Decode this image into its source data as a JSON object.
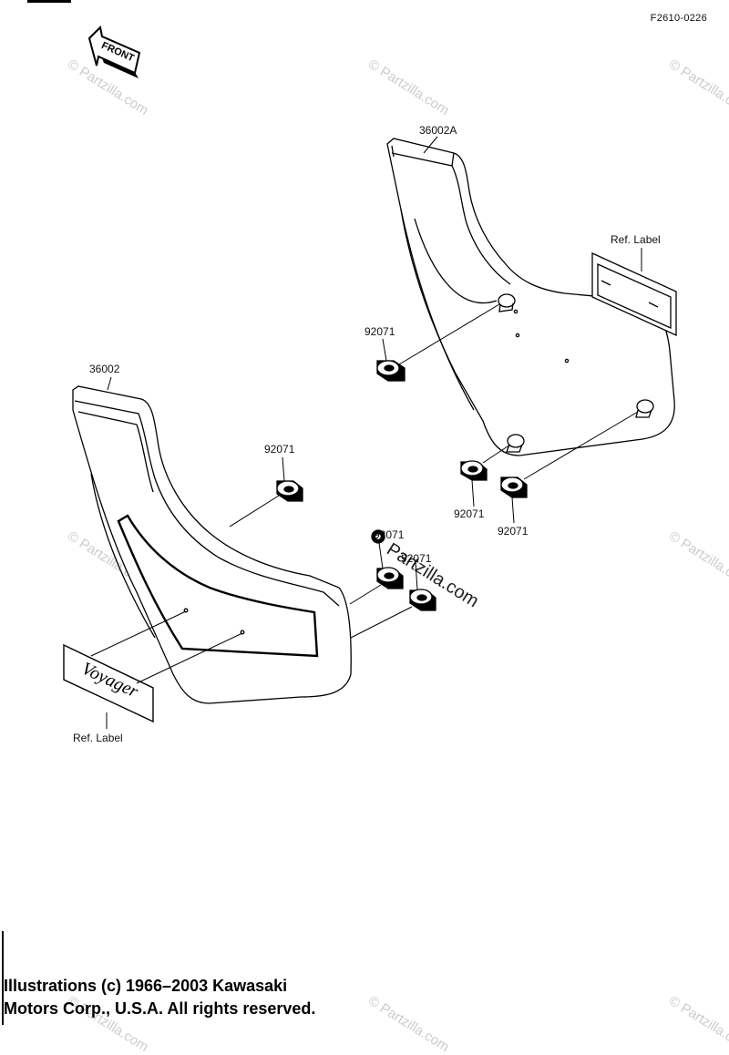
{
  "diagram": {
    "figure_code": "F2610-0226",
    "front_label": "FRONT",
    "callouts": {
      "cover_right": "36002A",
      "cover_left": "36002",
      "ref_label_right": "Ref. Label",
      "ref_label_left": "Ref. Label",
      "grommet_upper_right": "92071",
      "grommet_lower_right_a": "92071",
      "grommet_lower_right_b": "92071",
      "grommet_left": "92071",
      "grommet_center_a": "92071",
      "grommet_center_b": "92071"
    },
    "emblem_text": "Voyager",
    "copyright_line1": "Illustrations (c) 1966–2003 Kawasaki",
    "copyright_line2": "Motors Corp., U.S.A.  All rights reserved.",
    "watermark": "© Partzilla.com",
    "watermark_center": "Partzilla.com"
  }
}
